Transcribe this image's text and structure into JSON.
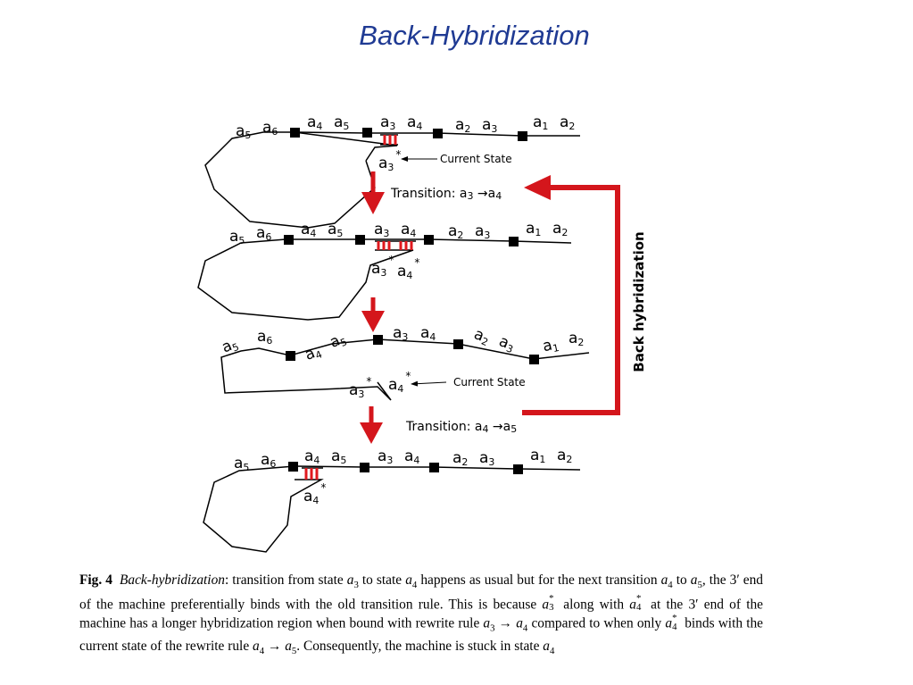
{
  "title": "Back-Hybridization",
  "diagram": {
    "strand_letter": "a",
    "upper_row_indices": [
      "5",
      "6",
      "4",
      "5",
      "3",
      "4",
      "2",
      "3",
      "1",
      "2"
    ],
    "panel3_labels": [
      {
        "i": "5"
      },
      {
        "i": "6"
      },
      {
        "i": "4"
      },
      {
        "i": "5"
      },
      {
        "i": "3"
      },
      {
        "i": "4"
      },
      {
        "i": "2"
      },
      {
        "i": "3"
      },
      {
        "i": "1"
      },
      {
        "i": "2"
      }
    ],
    "star": "*",
    "bound_a3": "3",
    "bound_a4": "4",
    "current_state_label": "Current State",
    "transition_1": {
      "prefix": "Transition: a",
      "from": "3",
      "arrow": " →a",
      "to": "4"
    },
    "transition_2": {
      "prefix": "Transition: a",
      "from": "4",
      "arrow": " →a",
      "to": "5"
    },
    "side_label": "Back hybridization",
    "colors": {
      "title": "#1f3a93",
      "arrow_red": "#d4161c",
      "rung_red": "#e0191e",
      "ink": "#000000"
    }
  },
  "caption": {
    "fig": "Fig. 4",
    "lead": "Back-hybridization",
    "t1": ": transition from state ",
    "t2": " to state ",
    "t3": " happens as usual but for the next transition ",
    "t4": " to ",
    "t5": ", the 3",
    "prime": "′",
    "t6": " end of the machine preferentially binds with the old transition rule. This is because ",
    "t7": " along with ",
    "t8": " at the 3",
    "t9": " end of the machine has a longer hybridization region when bound with rewrite rule ",
    "t10": " → ",
    "t11": " compared to when only ",
    "t12": " binds with the current state of the rewrite rule ",
    "t13": " → ",
    "t14": ". Consequently, the machine is stuck in state ",
    "a": "a",
    "star": "*",
    "n3": "3",
    "n4": "4",
    "n5": "5"
  }
}
